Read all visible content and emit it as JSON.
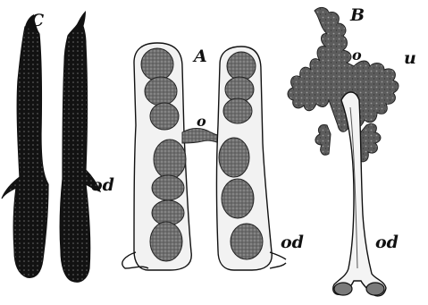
{
  "labels": {
    "fig_c": "C",
    "fig_a": "A",
    "fig_b": "B",
    "ovary_a": "o",
    "ovary_b": "o",
    "oviduct_c": "od",
    "oviduct_a": "od",
    "oviduct_b": "od",
    "u_label": "u"
  },
  "colors": {
    "ink": "#111111",
    "shade": "#7a7a7a",
    "paper": "#ffffff"
  }
}
